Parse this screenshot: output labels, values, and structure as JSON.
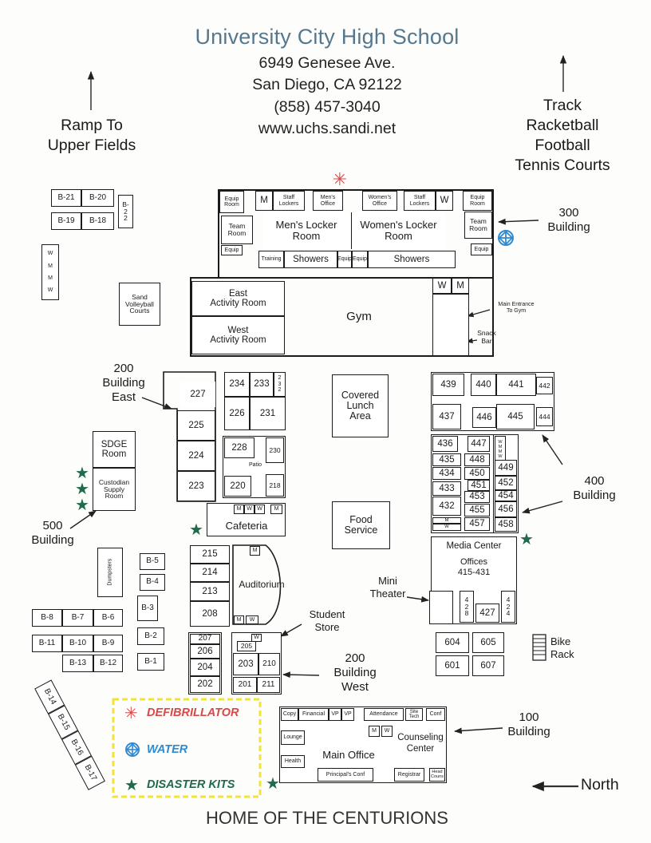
{
  "header": {
    "title": "University City High School",
    "address_line1": "6949 Genesee Ave.",
    "address_line2": "San Diego, CA 92122",
    "phone": "(858) 457-3040",
    "website": "www.uchs.sandi.net"
  },
  "directions": {
    "ramp": "Ramp To\nUpper Fields",
    "sports": "Track\nRacketball\nFootball\nTennis Courts",
    "north": "North"
  },
  "buildings": {
    "b300": "300\nBuilding",
    "b200e": "200\nBuilding\nEast",
    "b400": "400\nBuilding",
    "b500": "500\nBuilding",
    "b200w": "200\nBuilding\nWest",
    "b100": "100\nBuilding",
    "student_store": "Student\nStore",
    "mini_theater": "Mini\nTheater",
    "bike_rack": "Bike\nRack",
    "main_entrance": "Main Entrance\nTo Gym",
    "snack_bar": "Snack\nBar"
  },
  "gym": {
    "equip_room1": "Equip\nRoom",
    "m": "M",
    "staff_lockers": "Staff\nLockers",
    "mens_office": "Men's\nOffice",
    "womens_office": "Women's\nOffice",
    "staff_lockers2": "Staff\nLockers",
    "w": "W",
    "equip_room2": "Equip\nRoom",
    "team_room1": "Team\nRoom",
    "mens_locker": "Men's Locker\nRoom",
    "womens_locker": "Women's Locker\nRoom",
    "team_room2": "Team\nRoom",
    "equip1": "Equip",
    "equip2": "Equip",
    "training": "Training",
    "showers1": "Showers",
    "showers2": "Showers",
    "equip3": "Equip",
    "equip4": "Equip",
    "east_activity": "East\nActivity Room",
    "west_activity": "West\nActivity Room",
    "gym": "Gym"
  },
  "outbuildings": {
    "b21": "B-21",
    "b20": "B-20",
    "b19": "B-19",
    "b18": "B-18",
    "b22": "B-\n2\n2",
    "sand": "Sand\nVolleyball\nCourts",
    "sdge": "SDGE\nRoom",
    "custodian": "Custodian\nSupply\nRoom",
    "dumpsters": "Dumpsters",
    "b5": "B-5",
    "b4": "B-4",
    "b3": "B-3",
    "b2": "B-2",
    "b1": "B-1",
    "b8": "B-8",
    "b7": "B-7",
    "b6": "B-6",
    "b11": "B-11",
    "b10": "B-10",
    "b9": "B-9",
    "b13": "B-13",
    "b12": "B-12",
    "b14": "B-14",
    "b15": "B-15",
    "b16": "B-16",
    "b17": "B-17"
  },
  "rooms200": {
    "r227": "227",
    "r225": "225",
    "r224": "224",
    "r223": "223",
    "r234": "234",
    "r233": "233",
    "r232": "2\n3\n2",
    "r226": "226",
    "r231": "231",
    "r228": "228",
    "r230": "230",
    "patio": "Patio",
    "r220": "220",
    "r218": "218",
    "covered": "Covered\nLunch\nArea",
    "cafeteria": "Cafeteria",
    "food": "Food\nService",
    "r215": "215",
    "r214": "214",
    "r213": "213",
    "r208": "208",
    "auditorium": "Auditorium",
    "r207": "207",
    "r206": "206",
    "r204": "204",
    "r202": "202",
    "r205": "205",
    "r203": "203",
    "r210": "210",
    "r201": "201",
    "r211": "211"
  },
  "rooms400": {
    "r439": "439",
    "r440": "440",
    "r441": "441",
    "r442": "442",
    "r437": "437",
    "r446": "446",
    "r445": "445",
    "r444": "444",
    "r436": "436",
    "r447": "447",
    "r435": "435",
    "r448": "448",
    "r434": "434",
    "r450": "450",
    "r451": "451",
    "r433": "433",
    "r453": "453",
    "r432": "432",
    "r455": "455",
    "r457": "457",
    "r449": "449",
    "r452": "452",
    "r454": "454",
    "r456": "456",
    "r458": "458",
    "media": "Media Center",
    "offices": "Offices\n415-431",
    "r428": "4\n2\n8",
    "r427": "427",
    "r424": "4\n2\n4",
    "r604": "604",
    "r605": "605",
    "r601": "601",
    "r607": "607"
  },
  "office100": {
    "copy": "Copy",
    "financial": "Financial",
    "vp1": "VP",
    "vp2": "VP",
    "attendance": "Attendance",
    "site_tech": "Site\nTech",
    "conf": "Conf",
    "lounge": "Lounge",
    "main_office": "Main Office",
    "counseling": "Counseling\nCenter",
    "health": "Health",
    "principals_conf": "Principal's Conf",
    "registrar": "Registrar",
    "head_couns": "Head\nCouns"
  },
  "legend": {
    "defibrillator": "DEFIBRILLATOR",
    "water": "WATER",
    "disaster_kits": "DISASTER KITS"
  },
  "colors": {
    "defibrillator": "#d94848",
    "water": "#2f8ad0",
    "disaster": "#1f6b4a",
    "title": "#55788f",
    "legend_border": "#f2e23a"
  },
  "footer": {
    "motto": "HOME OF THE CENTURIONS"
  }
}
